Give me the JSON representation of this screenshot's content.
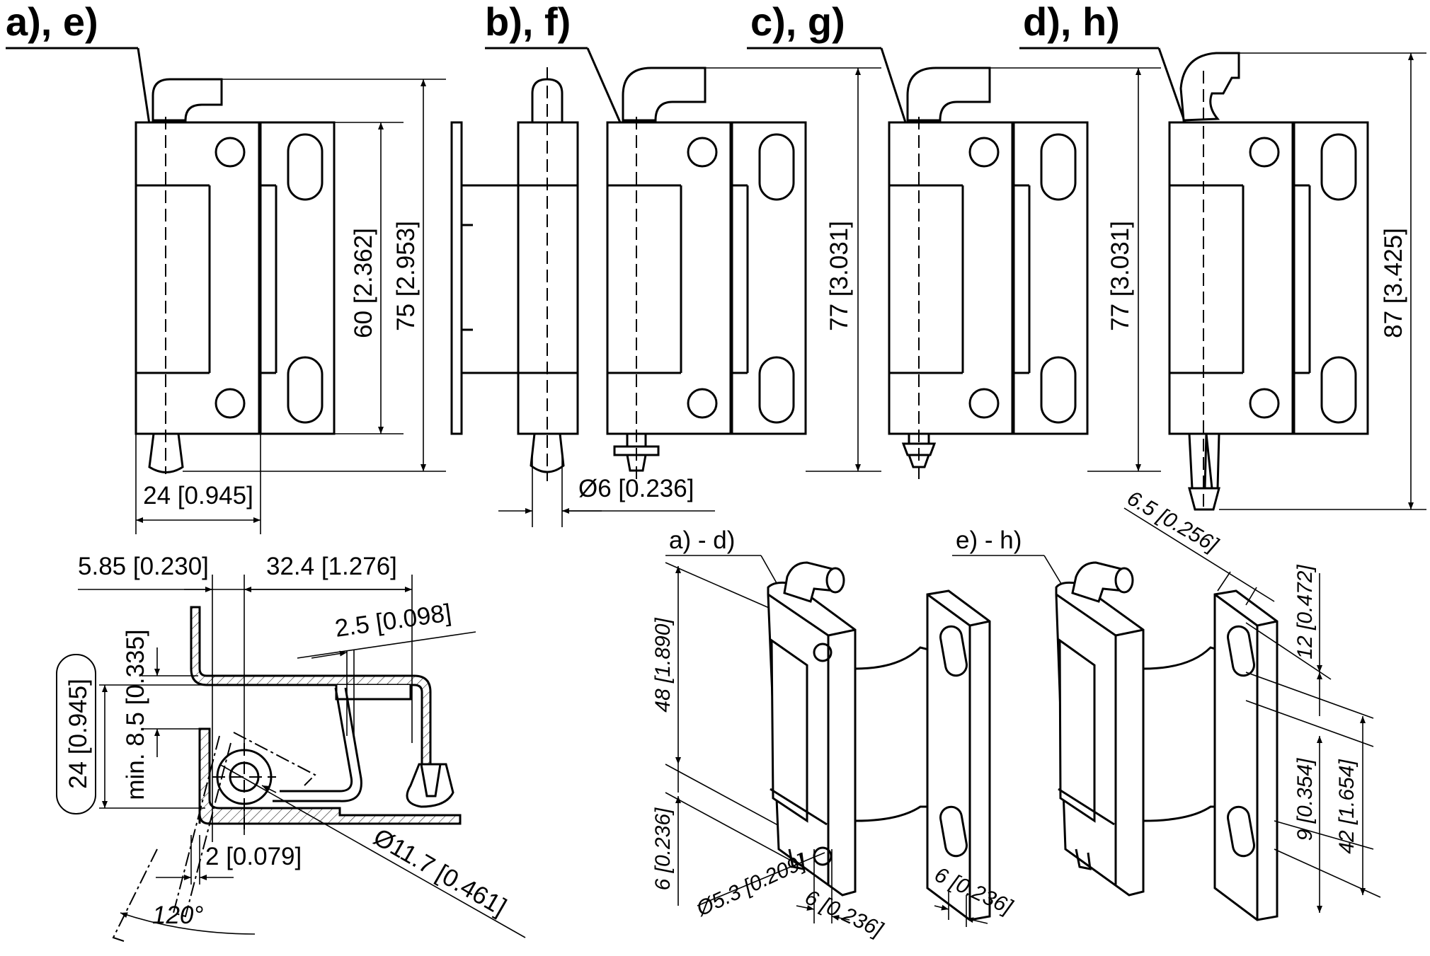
{
  "views": {
    "ae": {
      "title": "a), e)",
      "dim_60": "60 [2.362]",
      "dim_75": "75 [2.953]",
      "dim_24": "24 [0.945]"
    },
    "bf": {
      "title": "b), f)",
      "dim_d6": "Ø6 [0.236]"
    },
    "cg": {
      "title": "c), g)",
      "dim_77": "77 [3.031]"
    },
    "dh": {
      "title": "d), h)",
      "dim_77": "77 [3.031]",
      "dim_87": "87 [3.425]"
    }
  },
  "section": {
    "dim_585": "5.85 [0.230]",
    "dim_324": "32.4 [1.276]",
    "dim_25": "2.5 [0.098]",
    "dim_24": "24 [0.945]",
    "dim_85": "min. 8.5 [0.335]",
    "dim_2": "2 [0.079]",
    "dim_117": "Ø11.7 [0.461]",
    "angle": "120°"
  },
  "iso_left": {
    "label": "a) - d)",
    "dim_48": "48 [1.890]",
    "dim_6v": "6 [0.236]",
    "dim_53": "Ø5.3 [0.209]",
    "dim_6a": "6 [0.236]",
    "dim_6b": "6 [0.236]"
  },
  "iso_right": {
    "label": "e) - h)",
    "dim_65": "6.5 [0.256]",
    "dim_12": "12 [0.472]",
    "dim_9": "9 [0.354]",
    "dim_42": "42 [1.654]"
  }
}
